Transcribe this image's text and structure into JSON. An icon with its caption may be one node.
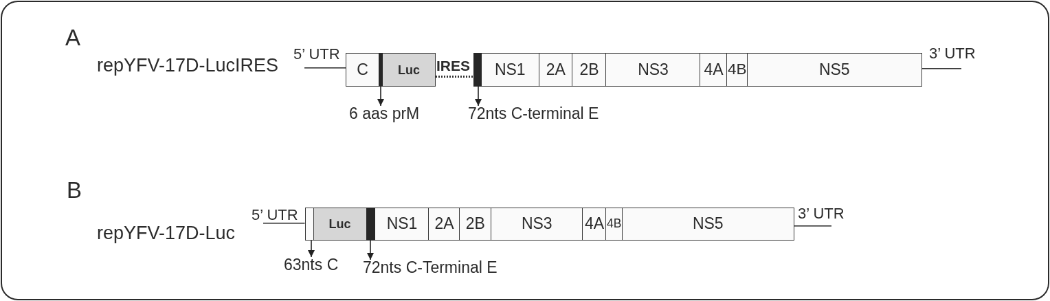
{
  "diagram": {
    "nodes": [
      {
        "text": [
          "5’ UTR"
        ]
      },
      {
        "text": [
          "C"
        ]
      },
      {
        "text": [],
        "shape": "bar"
      },
      {
        "text": [
          "Luc"
        ]
      },
      {
        "text": [
          "IRES"
        ]
      },
      {
        "text": [],
        "shape": "bar"
      },
      {
        "text": [
          "NS1"
        ]
      },
      {
        "text": [
          "2A"
        ]
      },
      {
        "text": [
          "2B"
        ]
      },
      {
        "text": [
          "NS3"
        ]
      },
      {
        "text": [
          "4A"
        ]
      },
      {
        "text": [
          "4B"
        ]
      },
      {
        "text": [
          "NS5"
        ]
      },
      {
        "text": [
          "3’ UTR"
        ]
      },
      {
        "text": [
          "6 aas prM"
        ]
      },
      {
        "text": [
          "72nts C-terminal E"
        ]
      },
      {
        "text": [
          "5’ UTR"
        ]
      },
      {
        "text": [],
        "shape": "box"
      },
      {
        "text": [
          "Luc"
        ]
      },
      {
        "text": [],
        "shape": "bar"
      },
      {
        "text": [
          "NS1"
        ]
      },
      {
        "text": [
          "2A"
        ]
      },
      {
        "text": [
          "2B"
        ]
      },
      {
        "text": [
          "NS3"
        ]
      },
      {
        "text": [
          "4A"
        ]
      },
      {
        "text": [
          "4B"
        ]
      },
      {
        "text": [
          "NS5"
        ]
      },
      {
        "text": [
          "3’ UTR"
        ]
      },
      {
        "text": [
          "63nts C"
        ]
      },
      {
        "text": [
          "72nts C-Terminal E"
        ]
      }
    ],
    "edges": [
      {
        "from": 2,
        "to": 14,
        "arrow": "to"
      },
      {
        "from": 5,
        "to": 15,
        "arrow": "to"
      },
      {
        "from": 17,
        "to": 28,
        "arrow": "to"
      },
      {
        "from": 19,
        "to": 29,
        "arrow": "to"
      }
    ],
    "labels": [
      "A",
      "repYFV-17D-LucIRES",
      "B",
      "repYFV-17D-Luc"
    ]
  }
}
